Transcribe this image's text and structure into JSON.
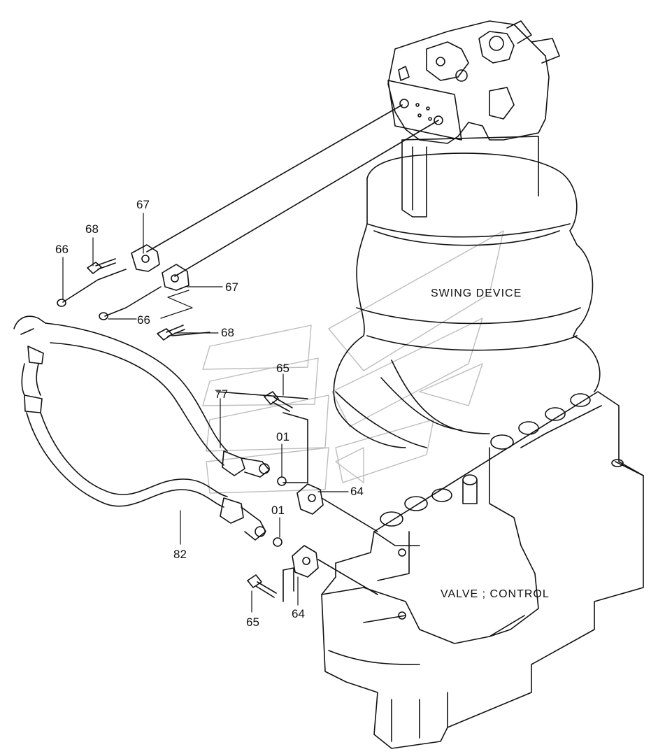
{
  "assembly_labels": {
    "swing_device": "SWING DEVICE",
    "control_valve": "VALVE ; CONTROL"
  },
  "callouts": {
    "p67_top": "67",
    "p68_top": "68",
    "p66_left": "66",
    "p67_right": "67",
    "p66_mid": "66",
    "p68_mid": "68",
    "p65_top": "65",
    "p77": "77",
    "p01_top": "01",
    "p64_top": "64",
    "p01_bottom": "01",
    "p82": "82",
    "p65_bottom": "65",
    "p64_bottom": "64"
  },
  "colors": {
    "line": "#111111",
    "watermark": "#c8c8c8"
  }
}
